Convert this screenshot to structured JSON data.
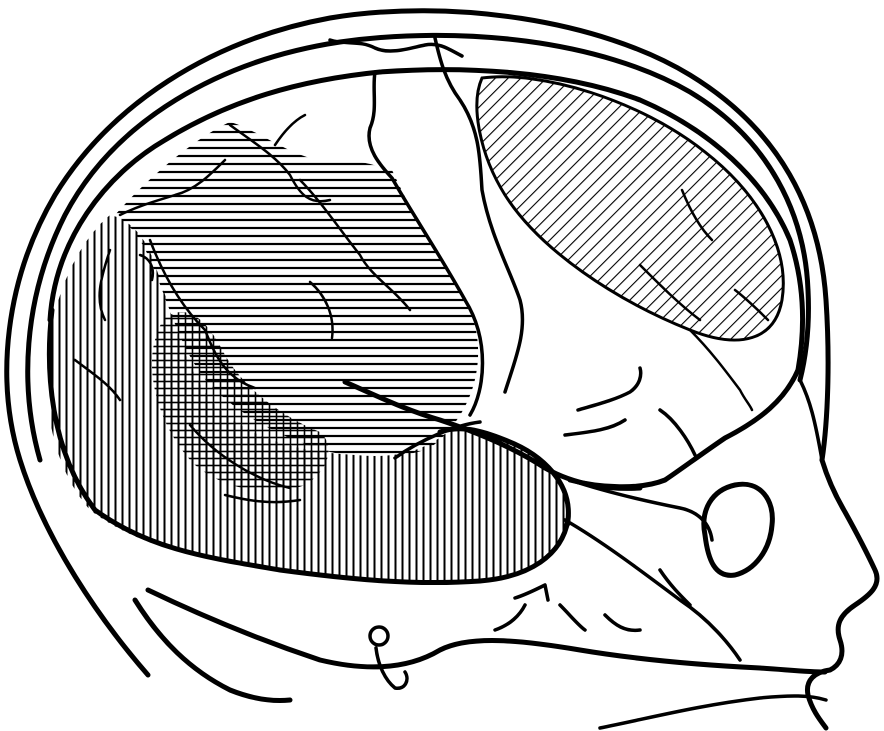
{
  "figure": {
    "kind": "line-drawing",
    "subject": "brain-in-skull-lateral-view",
    "labels": [],
    "colors": {
      "ink": "#000000",
      "paper": "#ffffff"
    },
    "regions": [
      {
        "id": "frontal-region",
        "fill_pattern": "diagonal-hatch"
      },
      {
        "id": "parietal-region",
        "fill_pattern": "horizontal-hatch"
      },
      {
        "id": "occipital-temporal-region",
        "fill_pattern": "vertical-hatch"
      },
      {
        "id": "overlap-region",
        "fill_pattern": "cross-hatch"
      }
    ]
  }
}
